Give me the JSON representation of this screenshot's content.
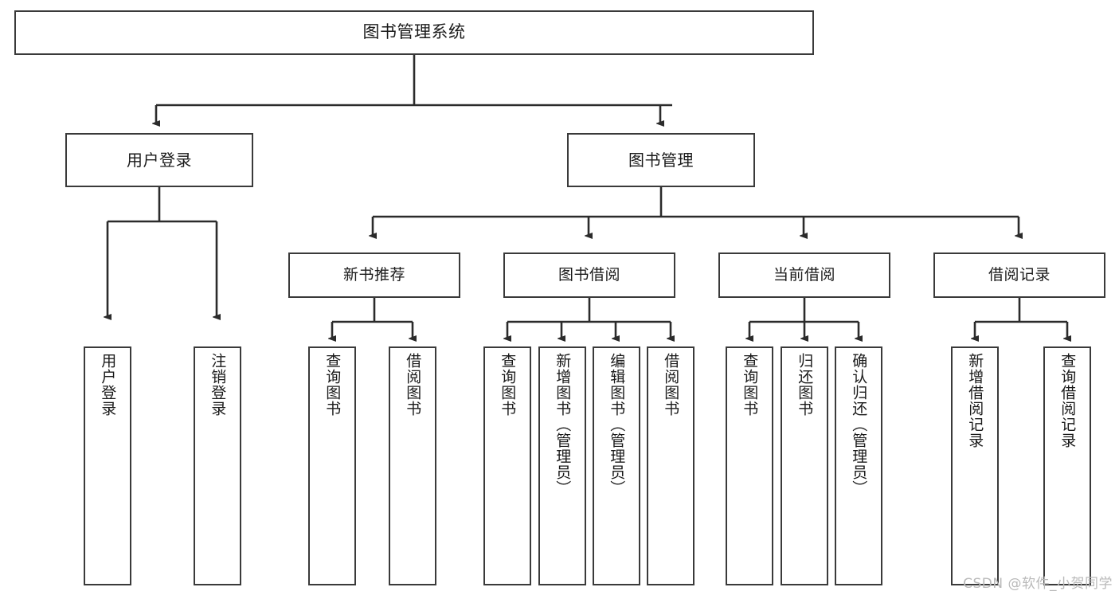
{
  "diagram": {
    "type": "tree-hierarchy",
    "title": "图书管理系统",
    "watermark": "CSDN @软件_小贺同学",
    "colors": {
      "stroke": "#3a3a3a",
      "fill": "#ffffff",
      "text": "#1a1a1a",
      "watermark": "#b9b9b9"
    },
    "nodes": {
      "root": {
        "label": "图书管理系统"
      },
      "level2": [
        {
          "label": "用户登录"
        },
        {
          "label": "图书管理"
        }
      ],
      "level3": [
        {
          "label": "新书推荐"
        },
        {
          "label": "图书借阅"
        },
        {
          "label": "当前借阅"
        },
        {
          "label": "借阅记录"
        }
      ],
      "leaves": {
        "user_login": [
          {
            "label": "用户登录"
          },
          {
            "label": "注销登录"
          }
        ],
        "new_book": [
          {
            "label": "查询图书"
          },
          {
            "label": "借阅图书"
          }
        ],
        "book_borrow": [
          {
            "label": "查询图书"
          },
          {
            "label": "新增图书（管理员）"
          },
          {
            "label": "编辑图书（管理员）"
          },
          {
            "label": "借阅图书"
          }
        ],
        "current_borrow": [
          {
            "label": "查询图书"
          },
          {
            "label": "归还图书"
          },
          {
            "label": "确认归还（管理员）"
          }
        ],
        "borrow_record": [
          {
            "label": "新增借阅记录"
          },
          {
            "label": "查询借阅记录"
          }
        ]
      }
    }
  }
}
